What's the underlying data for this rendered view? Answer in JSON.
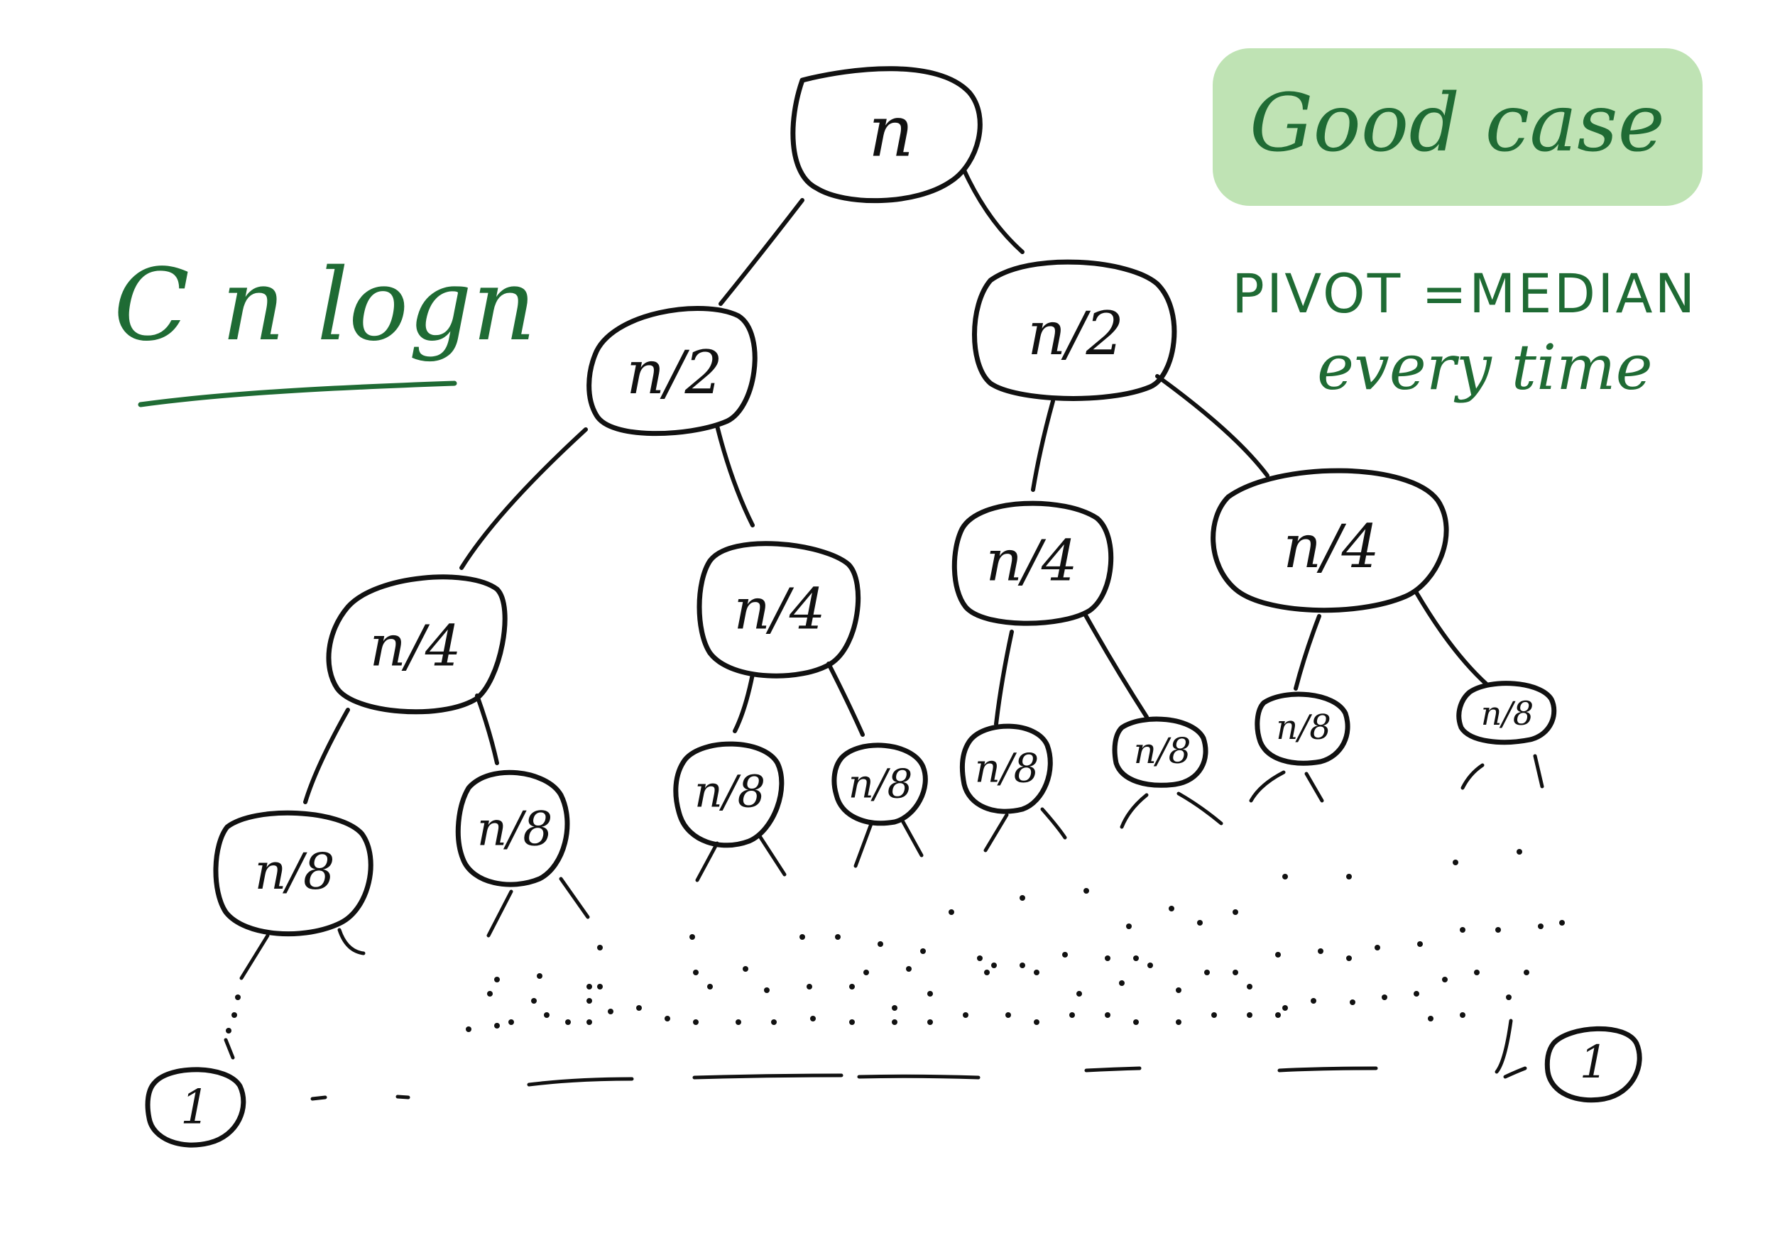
{
  "badge": {
    "label": "Good case",
    "fill": "#bfe3b4",
    "ink": "#1f6b34"
  },
  "complexity": {
    "label": "C n logn",
    "ink": "#1f6b34"
  },
  "pivot_note": {
    "line1": "PIVOT =MEDIAN",
    "line2": "every time",
    "ink": "#1f6b34"
  },
  "tree": {
    "root": "n",
    "level1": [
      "n/2",
      "n/2"
    ],
    "level2": [
      "n/4",
      "n/4",
      "n/4",
      "n/4"
    ],
    "level3": [
      "n/8",
      "n/8",
      "n/8",
      "n/8",
      "n/8",
      "n/8",
      "n/8",
      "n/8"
    ],
    "leaves": [
      "1",
      "1"
    ]
  }
}
